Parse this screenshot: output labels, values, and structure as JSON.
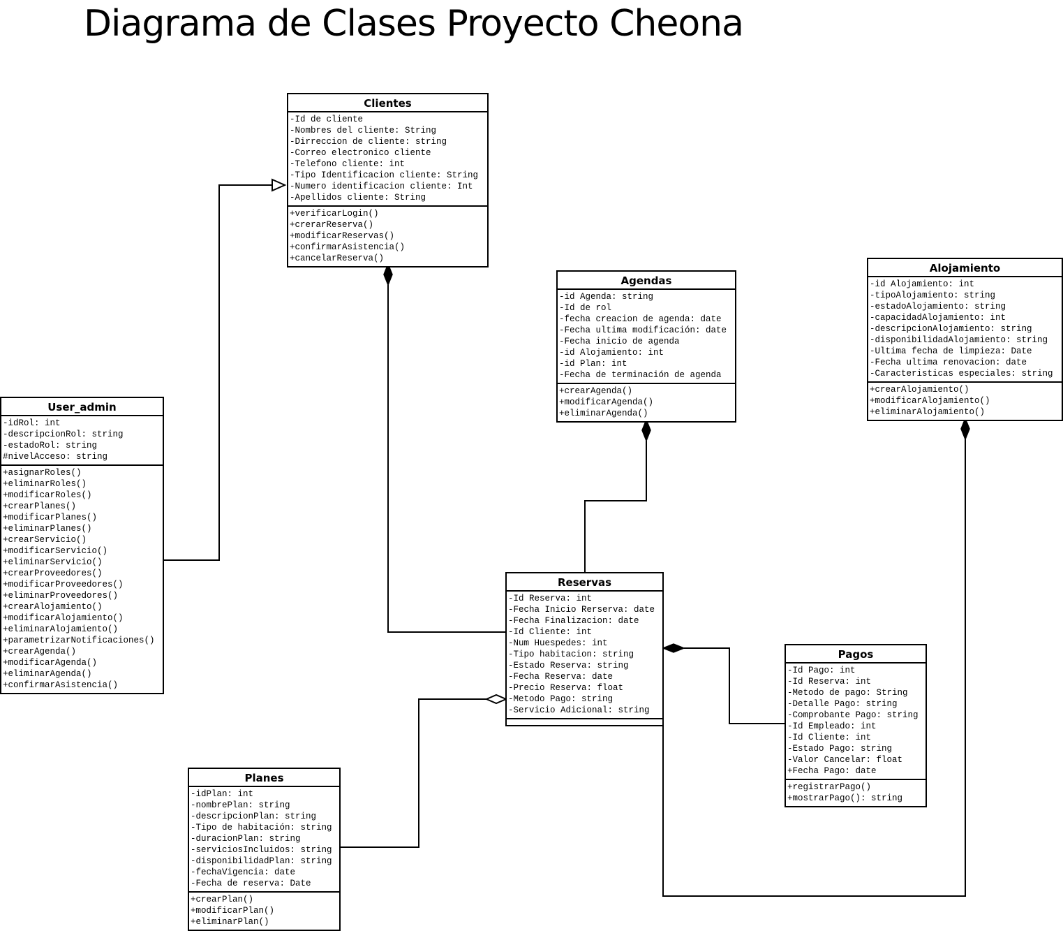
{
  "title": "Diagrama de Clases Proyecto Cheona",
  "classes": {
    "clientes": {
      "name": "Clientes",
      "attributes": [
        "-Id de cliente",
        "-Nombres del cliente: String",
        "-Dirreccion de cliente: string",
        "-Correo electronico cliente",
        "-Telefono cliente: int",
        "-Tipo Identificacion cliente: String",
        "-Numero identificacion cliente: Int",
        "-Apellidos cliente: String"
      ],
      "methods": [
        "+verificarLogin()",
        "+crerarReserva()",
        "+modificarReservas()",
        "+confirmarAsistencia()",
        "+cancelarReserva()"
      ]
    },
    "agendas": {
      "name": "Agendas",
      "attributes": [
        "-id Agenda: string",
        "-Id de rol",
        "-fecha creacion de agenda: date",
        "-Fecha ultima modificación: date",
        "-Fecha inicio de agenda",
        "-id Alojamiento: int",
        "-id Plan: int",
        "-Fecha de terminación de agenda"
      ],
      "methods": [
        "+crearAgenda()",
        "+modificarAgenda()",
        "+eliminarAgenda()"
      ]
    },
    "alojamiento": {
      "name": "Alojamiento",
      "attributes": [
        "-id Alojamiento: int",
        "-tipoAlojamiento: string",
        "-estadoAlojamiento: string",
        "-capacidadAlojamiento: int",
        "-descripcionAlojamiento: string",
        "-disponibilidadAlojamiento: string",
        "-Ultima fecha de limpieza: Date",
        "-Fecha ultima renovacion: date",
        "-Caracteristicas especiales: string"
      ],
      "methods": [
        "+crearAlojamiento()",
        "+modificarAlojamiento()",
        "+eliminarAlojamiento()"
      ]
    },
    "user_admin": {
      "name": "User_admin",
      "attributes": [
        "-idRol: int",
        "-descripcionRol: string",
        "-estadoRol: string",
        "#nivelAcceso: string"
      ],
      "methods": [
        "+asignarRoles()",
        "+eliminarRoles()",
        "+modificarRoles()",
        "+crearPlanes()",
        "+modificarPlanes()",
        "+eliminarPlanes()",
        "+crearServicio()",
        "+modificarServicio()",
        "+eliminarServicio()",
        "+crearProveedores()",
        "+modificarProveedores()",
        "+eliminarProveedores()",
        "+crearAlojamiento()",
        "+modificarAlojamiento()",
        "+eliminarAlojamiento()",
        "+parametrizarNotificaciones()",
        "+crearAgenda()",
        "+modificarAgenda()",
        "+eliminarAgenda()",
        "+confirmarAsistencia()"
      ]
    },
    "reservas": {
      "name": "Reservas",
      "attributes": [
        "-Id Reserva: int",
        "-Fecha Inicio Rerserva: date",
        "-Fecha Finalizacion: date",
        "-Id Cliente: int",
        "-Num Huespedes: int",
        "-Tipo habitacion: string",
        "-Estado Reserva: string",
        "-Fecha Reserva: date",
        "-Precio Reserva: float",
        "-Metodo Pago: string",
        "-Servicio Adicional: string"
      ],
      "methods": []
    },
    "pagos": {
      "name": "Pagos",
      "attributes": [
        "-Id Pago: int",
        "-Id Reserva: int",
        "-Metodo de pago: String",
        "-Detalle Pago: string",
        "-Comprobante Pago: string",
        "-Id Empleado: int",
        "-Id Cliente: int",
        "-Estado Pago: string",
        "-Valor Cancelar: float",
        "+Fecha Pago: date"
      ],
      "methods": [
        "+registrarPago()",
        "+mostrarPago(): string"
      ]
    },
    "planes": {
      "name": "Planes",
      "attributes": [
        "-idPlan: int",
        "-nombrePlan: string",
        "-descripcionPlan: string",
        "-Tipo de habitación: string",
        "-duracionPlan: string",
        "-serviciosIncluidos: string",
        "-disponibilidadPlan: string",
        "-fechaVigencia: date",
        "-Fecha de reserva: Date"
      ],
      "methods": [
        "+crearPlan()",
        "+modificarPlan()",
        "+eliminarPlan()"
      ]
    }
  },
  "relationships": [
    {
      "from": "user_admin",
      "to": "clientes",
      "type": "generalization"
    },
    {
      "from": "reservas",
      "to": "clientes",
      "type": "composition"
    },
    {
      "from": "reservas",
      "to": "agendas",
      "type": "composition"
    },
    {
      "from": "reservas",
      "to": "alojamiento",
      "type": "composition"
    },
    {
      "from": "pagos",
      "to": "reservas",
      "type": "composition"
    },
    {
      "from": "planes",
      "to": "reservas",
      "type": "aggregation"
    }
  ]
}
